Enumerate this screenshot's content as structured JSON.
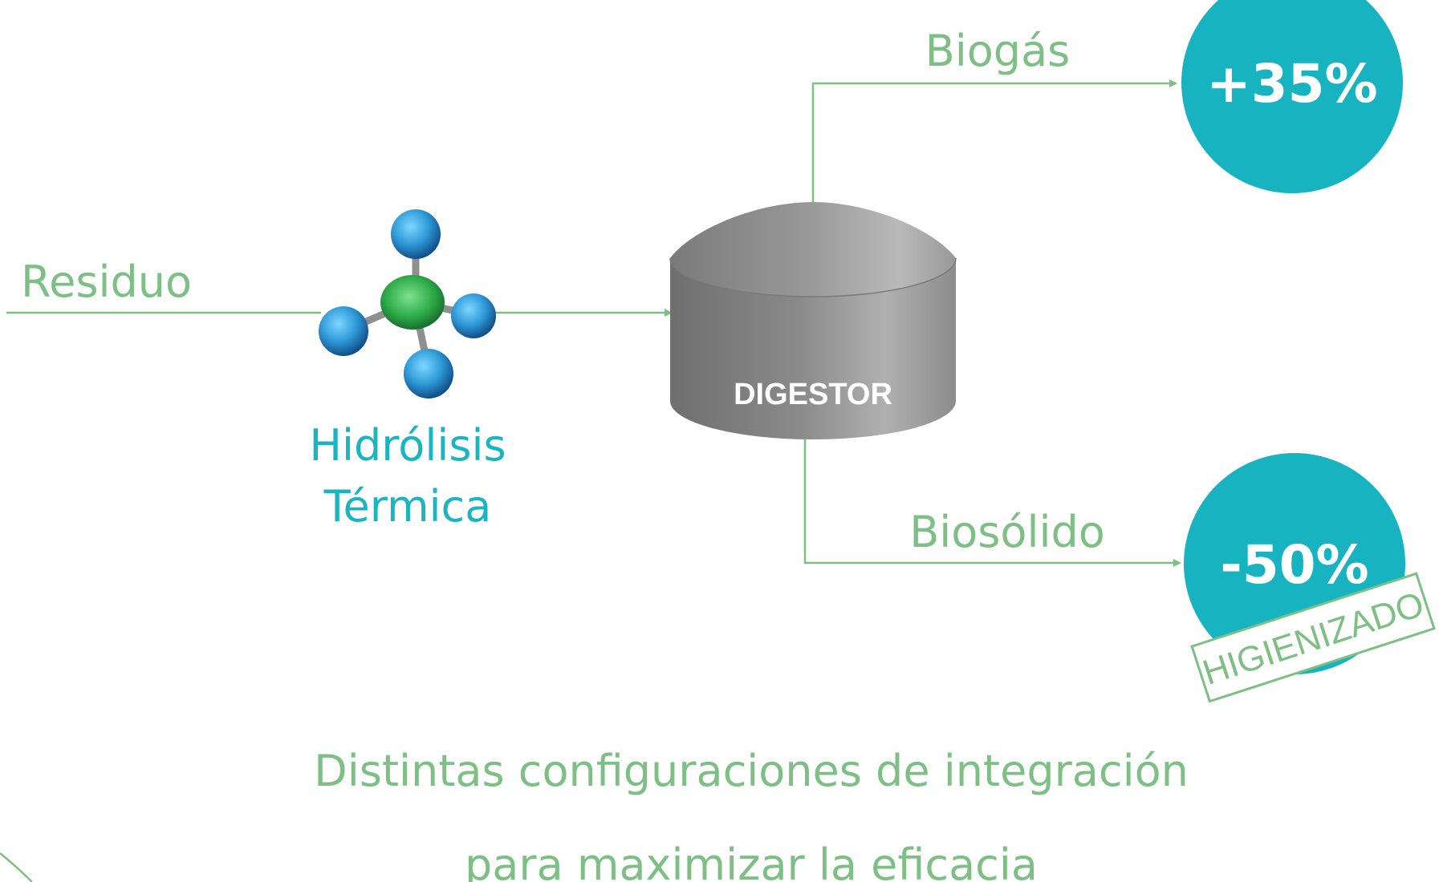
{
  "colors": {
    "accent_green": "#7dbf84",
    "teal": "#17b3c1",
    "teal_text": "#1ab5c2",
    "digester_gray": "#8e8e8e",
    "atom_center": "#2fae4a",
    "atom_outer": "#2f9ad8"
  },
  "input": {
    "label": "Residuo"
  },
  "process": {
    "line1": "Hidrólisis",
    "line2": "Térmica",
    "icon": "molecule-icon"
  },
  "digester": {
    "label": "DIGESTOR"
  },
  "outputs": {
    "biogas": {
      "label": "Biogás",
      "value": "+35%"
    },
    "biosolid": {
      "label": "Biosólido",
      "value": "-50%",
      "stamp": "HIGIENIZADO"
    }
  },
  "caption": {
    "line1": "Distintas configuraciones de integración",
    "line2": "para maximizar la eficacia"
  }
}
